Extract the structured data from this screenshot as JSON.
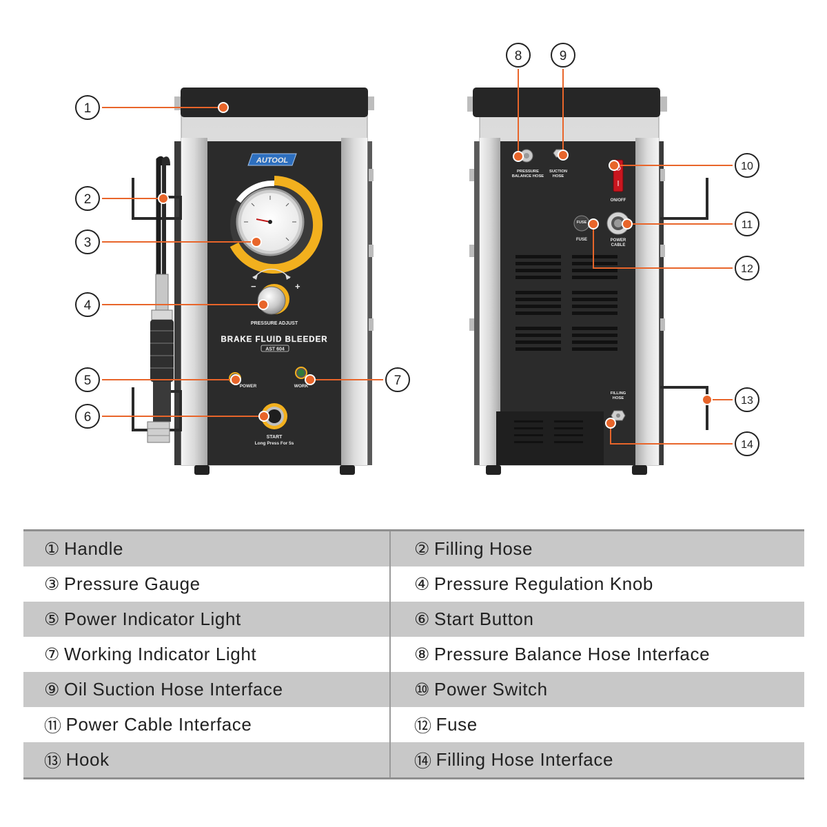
{
  "panel": {
    "brand": "AUTOOL",
    "pressure_adjust_label": "PRESSURE ADJUST",
    "product_name": "BRAKE FLUID BLEEDER",
    "model": "AST 604",
    "power_label": "POWER",
    "work_label": "WORK",
    "start_label": "START",
    "start_hint": "Long Press For 5s",
    "minus": "−",
    "plus": "+"
  },
  "back_panel": {
    "pressure_balance_hose_label": [
      "PRESSURE",
      "BALANCE HOSE"
    ],
    "suction_hose_label": [
      "SUCTION",
      "HOSE"
    ],
    "on_off_label": "ON/OFF",
    "fuse_label": "FUSE",
    "fuse_cap_label": "FUSE",
    "power_cable_label": [
      "POWER",
      "CABLE"
    ],
    "filling_hose_label": [
      "FILLING",
      "HOSE"
    ]
  },
  "colors": {
    "callout_line": "#e8652a",
    "panel_dark": "#2b2b2b",
    "gauge_ring": "#f2b01e",
    "power_switch": "#c9161f",
    "brand_badge": "#2d6fbf",
    "frame_gray": "#b9b9b9"
  },
  "callouts": [
    {
      "num": "①"
    },
    {
      "num": "②"
    },
    {
      "num": "③"
    },
    {
      "num": "④"
    },
    {
      "num": "⑤"
    },
    {
      "num": "⑥"
    },
    {
      "num": "⑦"
    },
    {
      "num": "⑧"
    },
    {
      "num": "⑨"
    },
    {
      "num": "⑩"
    },
    {
      "num": "⑪"
    },
    {
      "num": "⑫"
    },
    {
      "num": "⑬"
    },
    {
      "num": "⑭"
    }
  ],
  "legend": {
    "rows": [
      {
        "left": {
          "num": "①",
          "label": "Handle"
        },
        "right": {
          "num": "②",
          "label": "Filling Hose"
        }
      },
      {
        "left": {
          "num": "③",
          "label": "Pressure Gauge"
        },
        "right": {
          "num": "④",
          "label": "Pressure Regulation Knob"
        }
      },
      {
        "left": {
          "num": "⑤",
          "label": "Power Indicator Light"
        },
        "right": {
          "num": "⑥",
          "label": "Start Button"
        }
      },
      {
        "left": {
          "num": "⑦",
          "label": "Working Indicator Light"
        },
        "right": {
          "num": "⑧",
          "label": "Pressure Balance Hose Interface"
        }
      },
      {
        "left": {
          "num": "⑨",
          "label": "Oil Suction Hose Interface"
        },
        "right": {
          "num": "⑩",
          "label": "Power Switch"
        }
      },
      {
        "left": {
          "num": "⑪",
          "label": "Power Cable Interface"
        },
        "right": {
          "num": "⑫",
          "label": "Fuse"
        }
      },
      {
        "left": {
          "num": "⑬",
          "label": "Hook"
        },
        "right": {
          "num": "⑭",
          "label": "Filling Hose Interface"
        }
      }
    ]
  }
}
